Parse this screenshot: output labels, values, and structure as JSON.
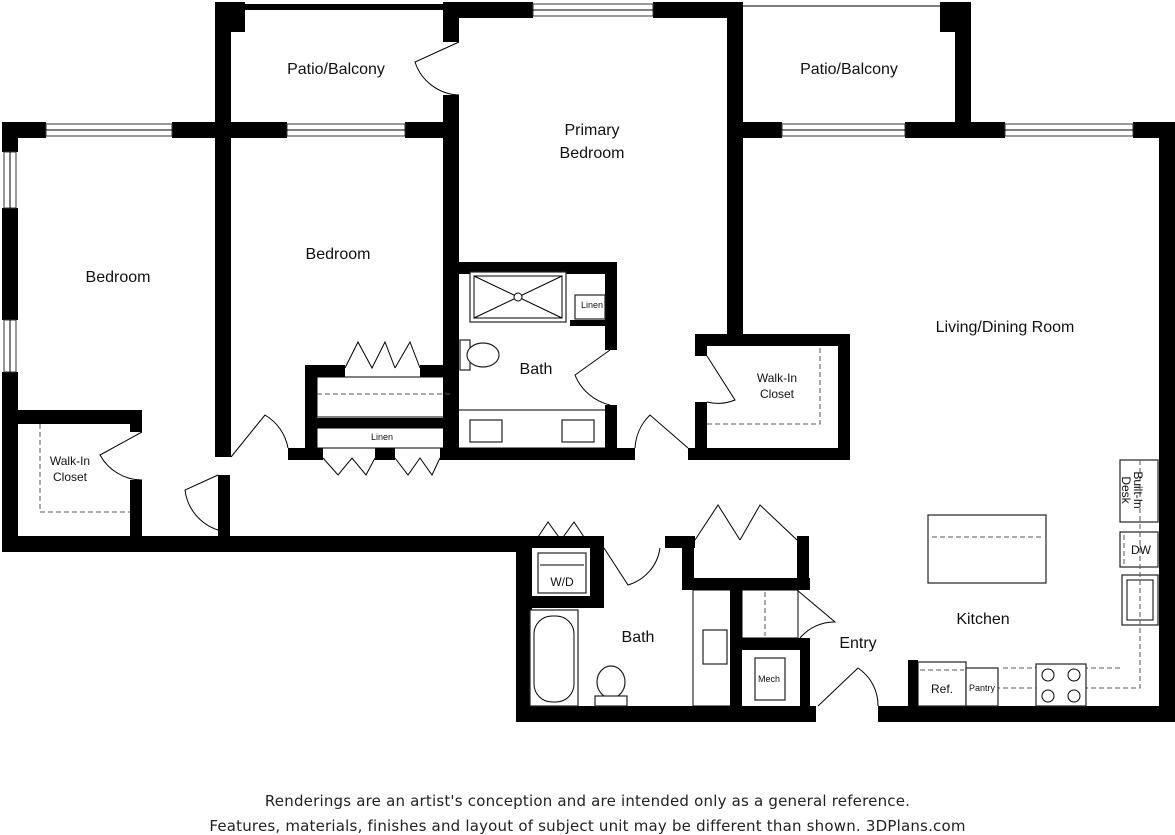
{
  "rooms": {
    "patio_left": "Patio/Balcony",
    "patio_right": "Patio/Balcony",
    "primary_line1": "Primary",
    "primary_line2": "Bedroom",
    "bedroom_left": "Bedroom",
    "bedroom_middle": "Bedroom",
    "bath_primary": "Bath",
    "linen_primary": "Linen",
    "walkin_left_line1": "Walk-In",
    "walkin_left_line2": "Closet",
    "walkin_right_line1": "Walk-In",
    "walkin_right_line2": "Closet",
    "linen_hall": "Linen",
    "living": "Living/Dining Room",
    "builtin_line1": "Built-In",
    "builtin_line2": "Desk",
    "dw": "DW",
    "kitchen": "Kitchen",
    "entry": "Entry",
    "bath_second": "Bath",
    "wd": "W/D",
    "mech": "Mech",
    "ref": "Ref.",
    "pantry": "Pantry"
  },
  "footer": {
    "line1": "Renderings are an artist's conception and are intended only as a general reference.",
    "line2": "Features, materials, finishes and layout of subject unit may be different than shown. 3DPlans.com"
  }
}
